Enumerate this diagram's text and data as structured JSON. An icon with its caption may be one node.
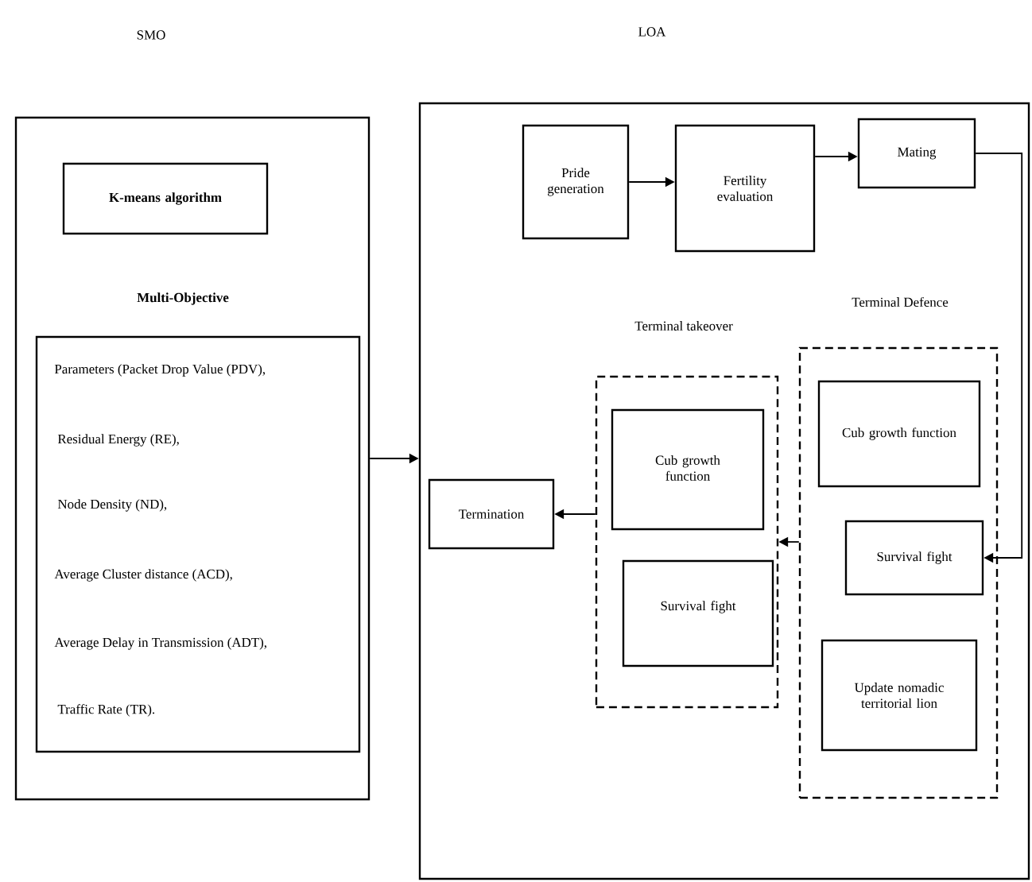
{
  "diagram": {
    "nodes": [
      {
        "text": [],
        "shape": "box"
      },
      {
        "text": [
          "K-means algorithm"
        ],
        "in": 0
      },
      {
        "text": [
          "Multi-Objective",
          "Parameters (Packet Drop Value (PDV),",
          "Residual Energy (RE),",
          "Node Density (ND),",
          "Average Cluster distance (ACD),",
          "Average Delay in Transmission (ADT),",
          "Traffic Rate (TR)."
        ],
        "in": 0
      },
      {
        "text": [],
        "shape": "box"
      },
      {
        "text": [
          "Pride generation"
        ],
        "in": 3
      },
      {
        "text": [
          "Fertility evaluation"
        ],
        "in": 3
      },
      {
        "text": [
          "Mating"
        ],
        "in": 3
      },
      {
        "text": [
          "Terminal takeover"
        ],
        "in": 3
      },
      {
        "text": [
          "Cub growth function"
        ],
        "in": 7
      },
      {
        "text": [
          "Survival fight"
        ],
        "in": 7
      },
      {
        "text": [
          "Terminal Defence"
        ],
        "in": 3
      },
      {
        "text": [
          "Cub growth function"
        ],
        "in": 10
      },
      {
        "text": [
          "Survival fight"
        ],
        "in": 10
      },
      {
        "text": [
          "Update nomadic territorial lion"
        ],
        "in": 10
      },
      {
        "text": [
          "Termination"
        ],
        "in": 3
      }
    ],
    "edges": [
      {
        "from": 0,
        "to": 3,
        "arrow": "to"
      },
      {
        "from": 4,
        "to": 5,
        "arrow": "to"
      },
      {
        "from": 5,
        "to": 6,
        "arrow": "to"
      },
      {
        "from": 6,
        "to": 12,
        "arrow": "to"
      },
      {
        "from": 10,
        "to": 7,
        "arrow": "to"
      },
      {
        "from": 7,
        "to": 14,
        "arrow": "to"
      }
    ],
    "labels": [
      "SMO",
      "LOA"
    ]
  }
}
